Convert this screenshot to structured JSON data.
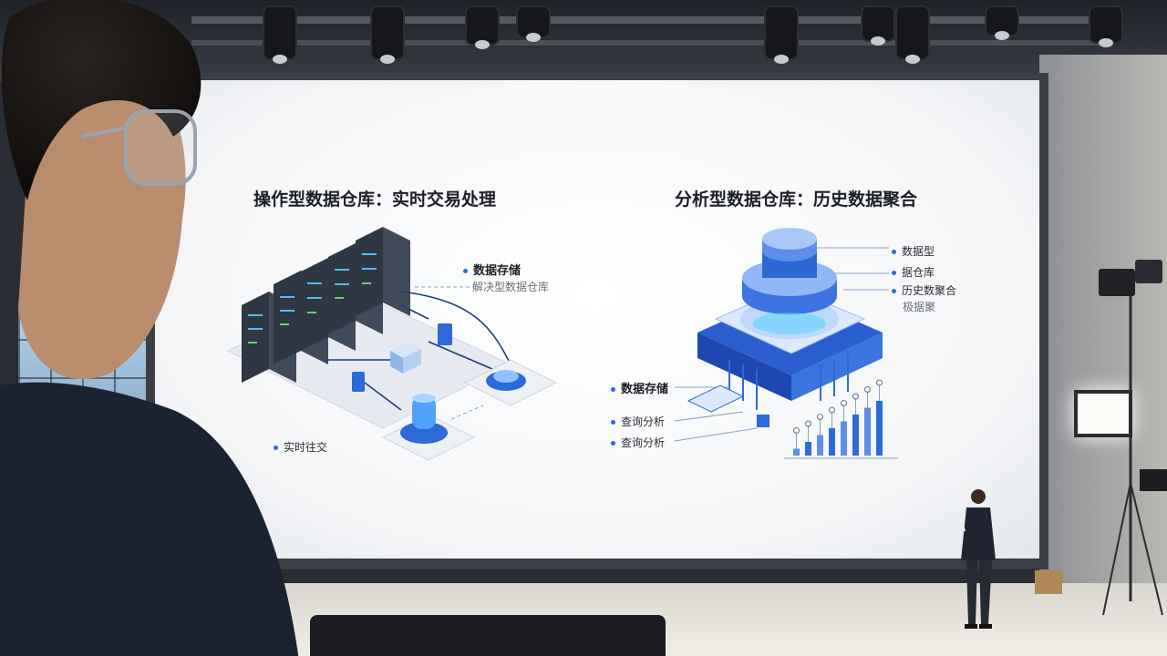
{
  "slide": {
    "left_title": "操作型数据仓库：实时交易处理",
    "right_title": "分析型数据仓库：历史数据聚合",
    "left_labels": {
      "storage": "数据存储",
      "subtitle": "解决型数据仓库",
      "realtime": "实时往交"
    },
    "right_labels_top": [
      "数据型",
      "据仓库",
      "历史数聚合",
      "极据聚"
    ],
    "right_labels_left": [
      "数据存储",
      "查询分析",
      "查询分析"
    ]
  },
  "colors": {
    "accent_blue": "#2b6ad8",
    "light_blue": "#6aa7ff",
    "server_dark": "#3a4150",
    "glow_cyan": "#4fd3ff"
  },
  "chart_data": {
    "type": "bar",
    "categories": [],
    "values": [
      1,
      2,
      3,
      4,
      5,
      6,
      7,
      8
    ],
    "title": "",
    "xlabel": "",
    "ylabel": ""
  }
}
